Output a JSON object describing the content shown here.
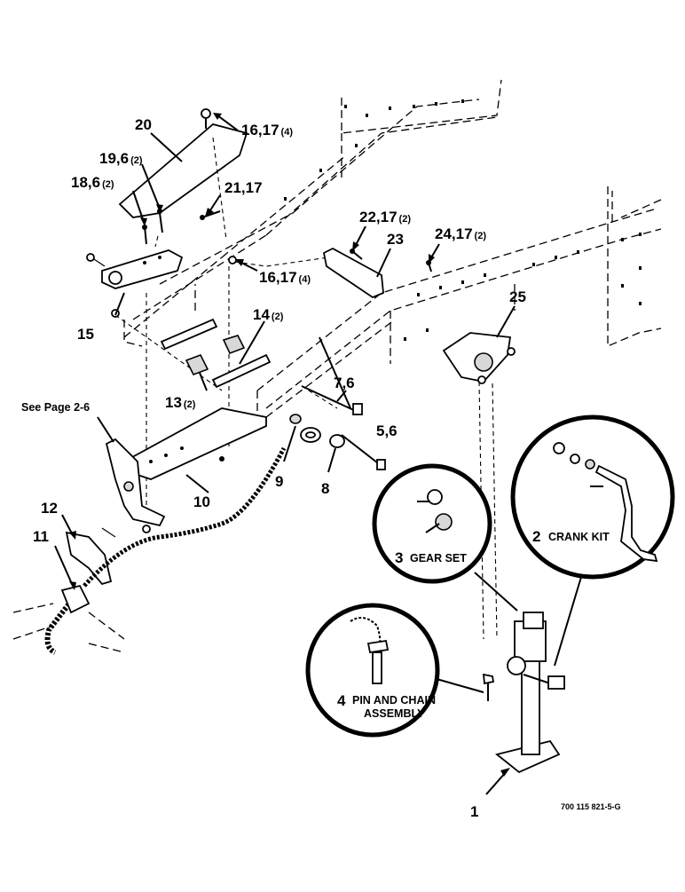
{
  "drawing_number": "700 115 821-5-G",
  "reference_note": "See Page 2-6",
  "callouts": [
    {
      "id": "c20",
      "main": "20",
      "qty": ""
    },
    {
      "id": "c16a",
      "main": "16,17",
      "qty": "(4)"
    },
    {
      "id": "c19",
      "main": "19,6",
      "qty": "(2)"
    },
    {
      "id": "c18",
      "main": "18,6",
      "qty": "(2)"
    },
    {
      "id": "c21",
      "main": "21,17",
      "qty": ""
    },
    {
      "id": "c22",
      "main": "22,17",
      "qty": "(2)"
    },
    {
      "id": "c23",
      "main": "23",
      "qty": ""
    },
    {
      "id": "c24",
      "main": "24,17",
      "qty": "(2)"
    },
    {
      "id": "c16b",
      "main": "16,17",
      "qty": "(4)"
    },
    {
      "id": "c15",
      "main": "15",
      "qty": ""
    },
    {
      "id": "c14",
      "main": "14",
      "qty": "(2)"
    },
    {
      "id": "c25",
      "main": "25",
      "qty": ""
    },
    {
      "id": "c13",
      "main": "13",
      "qty": "(2)"
    },
    {
      "id": "c7",
      "main": "7,6",
      "qty": ""
    },
    {
      "id": "c5",
      "main": "5,6",
      "qty": ""
    },
    {
      "id": "c9",
      "main": "9",
      "qty": ""
    },
    {
      "id": "c8",
      "main": "8",
      "qty": ""
    },
    {
      "id": "c10",
      "main": "10",
      "qty": ""
    },
    {
      "id": "c12",
      "main": "12",
      "qty": ""
    },
    {
      "id": "c11",
      "main": "11",
      "qty": ""
    },
    {
      "id": "c1",
      "main": "1",
      "qty": ""
    }
  ],
  "insets": [
    {
      "id": "crank",
      "number": "2",
      "label": "CRANK KIT"
    },
    {
      "id": "gear",
      "number": "3",
      "label": "GEAR SET"
    },
    {
      "id": "pin",
      "number": "4",
      "label_line1": "PIN AND CHAIN",
      "label_line2": "ASSEMBLY"
    }
  ]
}
